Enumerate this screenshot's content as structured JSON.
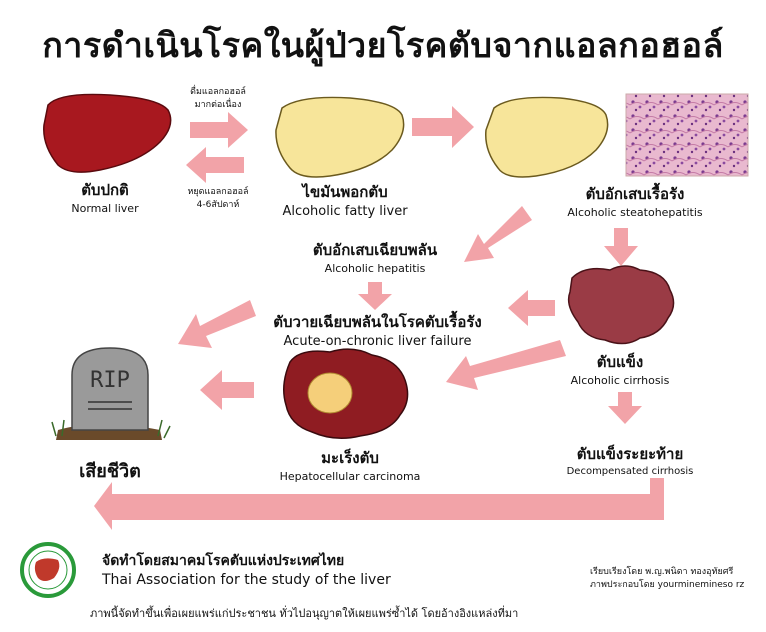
{
  "title": "การดำเนินโรคในผู้ป่วยโรคตับจากแอลกอฮอล์",
  "stages": {
    "normal": {
      "th": "ตับปกติ",
      "en": "Normal liver"
    },
    "fatty": {
      "th": "ไขมันพอกตับ",
      "en": "Alcoholic fatty liver"
    },
    "steato": {
      "th": "ตับอักเสบเรื้อรัง",
      "en": "Alcoholic steatohepatitis"
    },
    "hepatitis": {
      "th": "ตับอักเสบเฉียบพลัน",
      "en": "Alcoholic hepatitis"
    },
    "aclf": {
      "th": "ตับวายเฉียบพลันในโรคตับเรื้อรัง",
      "en": "Acute-on-chronic liver failure"
    },
    "cirrhosis": {
      "th": "ตับแข็ง",
      "en": "Alcoholic cirrhosis"
    },
    "hcc": {
      "th": "มะเร็งตับ",
      "en": "Hepatocellular carcinoma"
    },
    "decomp": {
      "th": "ตับแข็งระยะท้าย",
      "en": "Decompensated cirrhosis"
    },
    "death": {
      "th": "เสียชีวิต",
      "tombstone": "RIP"
    }
  },
  "arrow_labels": {
    "drink_1": "ดื่มแอลกอฮอล์",
    "drink_2": "มากต่อเนื่อง",
    "stop_1": "หยุดแอลกอฮอล์",
    "stop_2": "4-6สัปดาห์"
  },
  "footer": {
    "org_th": "จัดทำโดยสมาคมโรคตับแห่งประเทศไทย",
    "org_en": "Thai Association for the study of the liver",
    "credit_1": "เรียบเรียงโดย พ.ญ.พนิดา ทองอุทัยศรี",
    "credit_2": "ภาพประกอบโดย yourminemineso rz",
    "note": "ภาพนี้จัดทำขึ้นเพื่อเผยแพร่แก่ประชาชน ทั่วไปอนุญาตให้เผยแพร่ซ้ำได้ โดยอ้างอิงแหล่งที่มา"
  },
  "colors": {
    "arrow": "#f2a3a8",
    "normal_liver": "#a8181f",
    "fatty_liver": "#f7e59a",
    "cirrhosis_liver": "#9a3b45",
    "hcc_liver": "#8f1c22",
    "tumor": "#f5cf7a",
    "tombstone": "#9a9a9a",
    "logo": "#2a9a3a"
  }
}
